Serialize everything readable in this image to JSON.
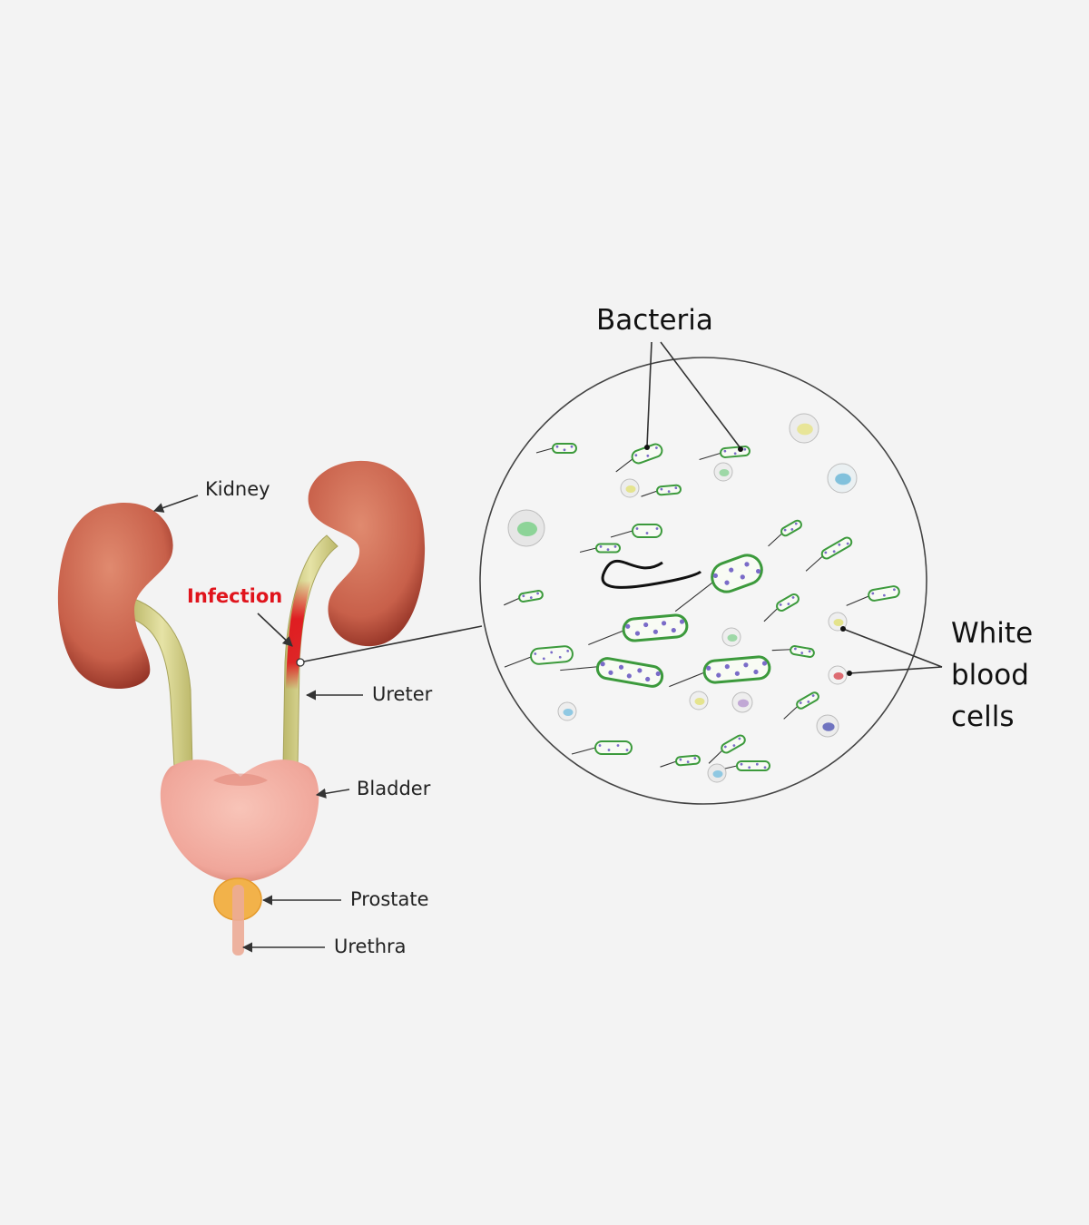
{
  "labels": {
    "kidney": "Kidney",
    "infection": "Infection",
    "ureter": "Ureter",
    "bladder": "Bladder",
    "prostate": "Prostate",
    "urethra": "Urethra",
    "bacteria": "Bacteria",
    "wbc_line1": "White",
    "wbc_line2": "blood",
    "wbc_line3": "cells"
  },
  "colors": {
    "background": "#f3f3f3",
    "kidney": "#c8604a",
    "ureter": "#d6d38a",
    "infection": "#e0141c",
    "bladder": "#f0aaa0",
    "prostate": "#f2b24a",
    "bacteria": "#3c9a3c"
  }
}
